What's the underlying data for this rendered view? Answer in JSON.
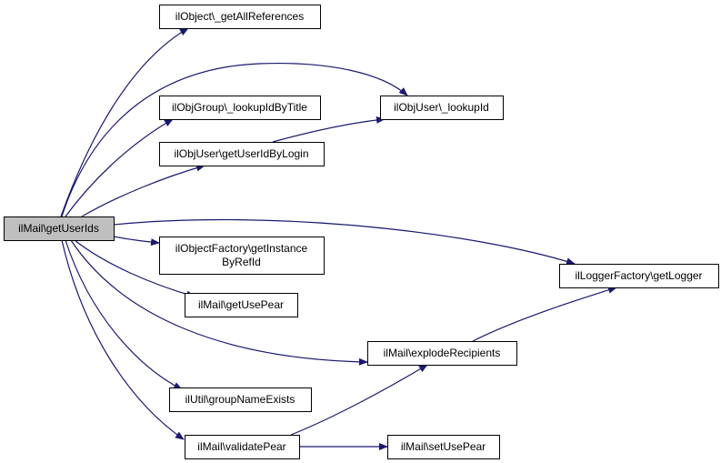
{
  "diagram": {
    "type": "call-graph",
    "colors": {
      "edge": "#191970",
      "node_fill": "#ffffff",
      "root_fill": "#bfbfbf",
      "border": "#000000"
    },
    "nodes": [
      {
        "id": "root",
        "lines": [
          "ilMail\\getUserIds"
        ]
      },
      {
        "id": "getAllRefs",
        "lines": [
          "ilObject\\_getAllReferences"
        ]
      },
      {
        "id": "lookupIdByTitle",
        "lines": [
          "ilObjGroup\\_lookupIdByTitle"
        ]
      },
      {
        "id": "getUserIdByLogin",
        "lines": [
          "ilObjUser\\getUserIdByLogin"
        ]
      },
      {
        "id": "lookupId",
        "lines": [
          "ilObjUser\\_lookupId"
        ]
      },
      {
        "id": "getInstanceByRefId",
        "lines": [
          "ilObjectFactory\\getInstance",
          "ByRefId"
        ]
      },
      {
        "id": "getLogger",
        "lines": [
          "ilLoggerFactory\\getLogger"
        ]
      },
      {
        "id": "getUsePear",
        "lines": [
          "ilMail\\getUsePear"
        ]
      },
      {
        "id": "explodeRecipients",
        "lines": [
          "ilMail\\explodeRecipients"
        ]
      },
      {
        "id": "groupNameExists",
        "lines": [
          "ilUtil\\groupNameExists"
        ]
      },
      {
        "id": "validatePear",
        "lines": [
          "ilMail\\validatePear"
        ]
      },
      {
        "id": "setUsePear",
        "lines": [
          "ilMail\\setUsePear"
        ]
      }
    ],
    "edges": [
      {
        "from": "root",
        "to": "getAllRefs"
      },
      {
        "from": "root",
        "to": "lookupId"
      },
      {
        "from": "root",
        "to": "lookupIdByTitle"
      },
      {
        "from": "root",
        "to": "getUserIdByLogin"
      },
      {
        "from": "root",
        "to": "getLogger"
      },
      {
        "from": "root",
        "to": "getInstanceByRefId"
      },
      {
        "from": "root",
        "to": "getUsePear"
      },
      {
        "from": "root",
        "to": "explodeRecipients"
      },
      {
        "from": "root",
        "to": "groupNameExists"
      },
      {
        "from": "root",
        "to": "validatePear"
      },
      {
        "from": "getUserIdByLogin",
        "to": "lookupId"
      },
      {
        "from": "explodeRecipients",
        "to": "getLogger"
      },
      {
        "from": "validatePear",
        "to": "explodeRecipients"
      },
      {
        "from": "validatePear",
        "to": "setUsePear"
      }
    ]
  }
}
